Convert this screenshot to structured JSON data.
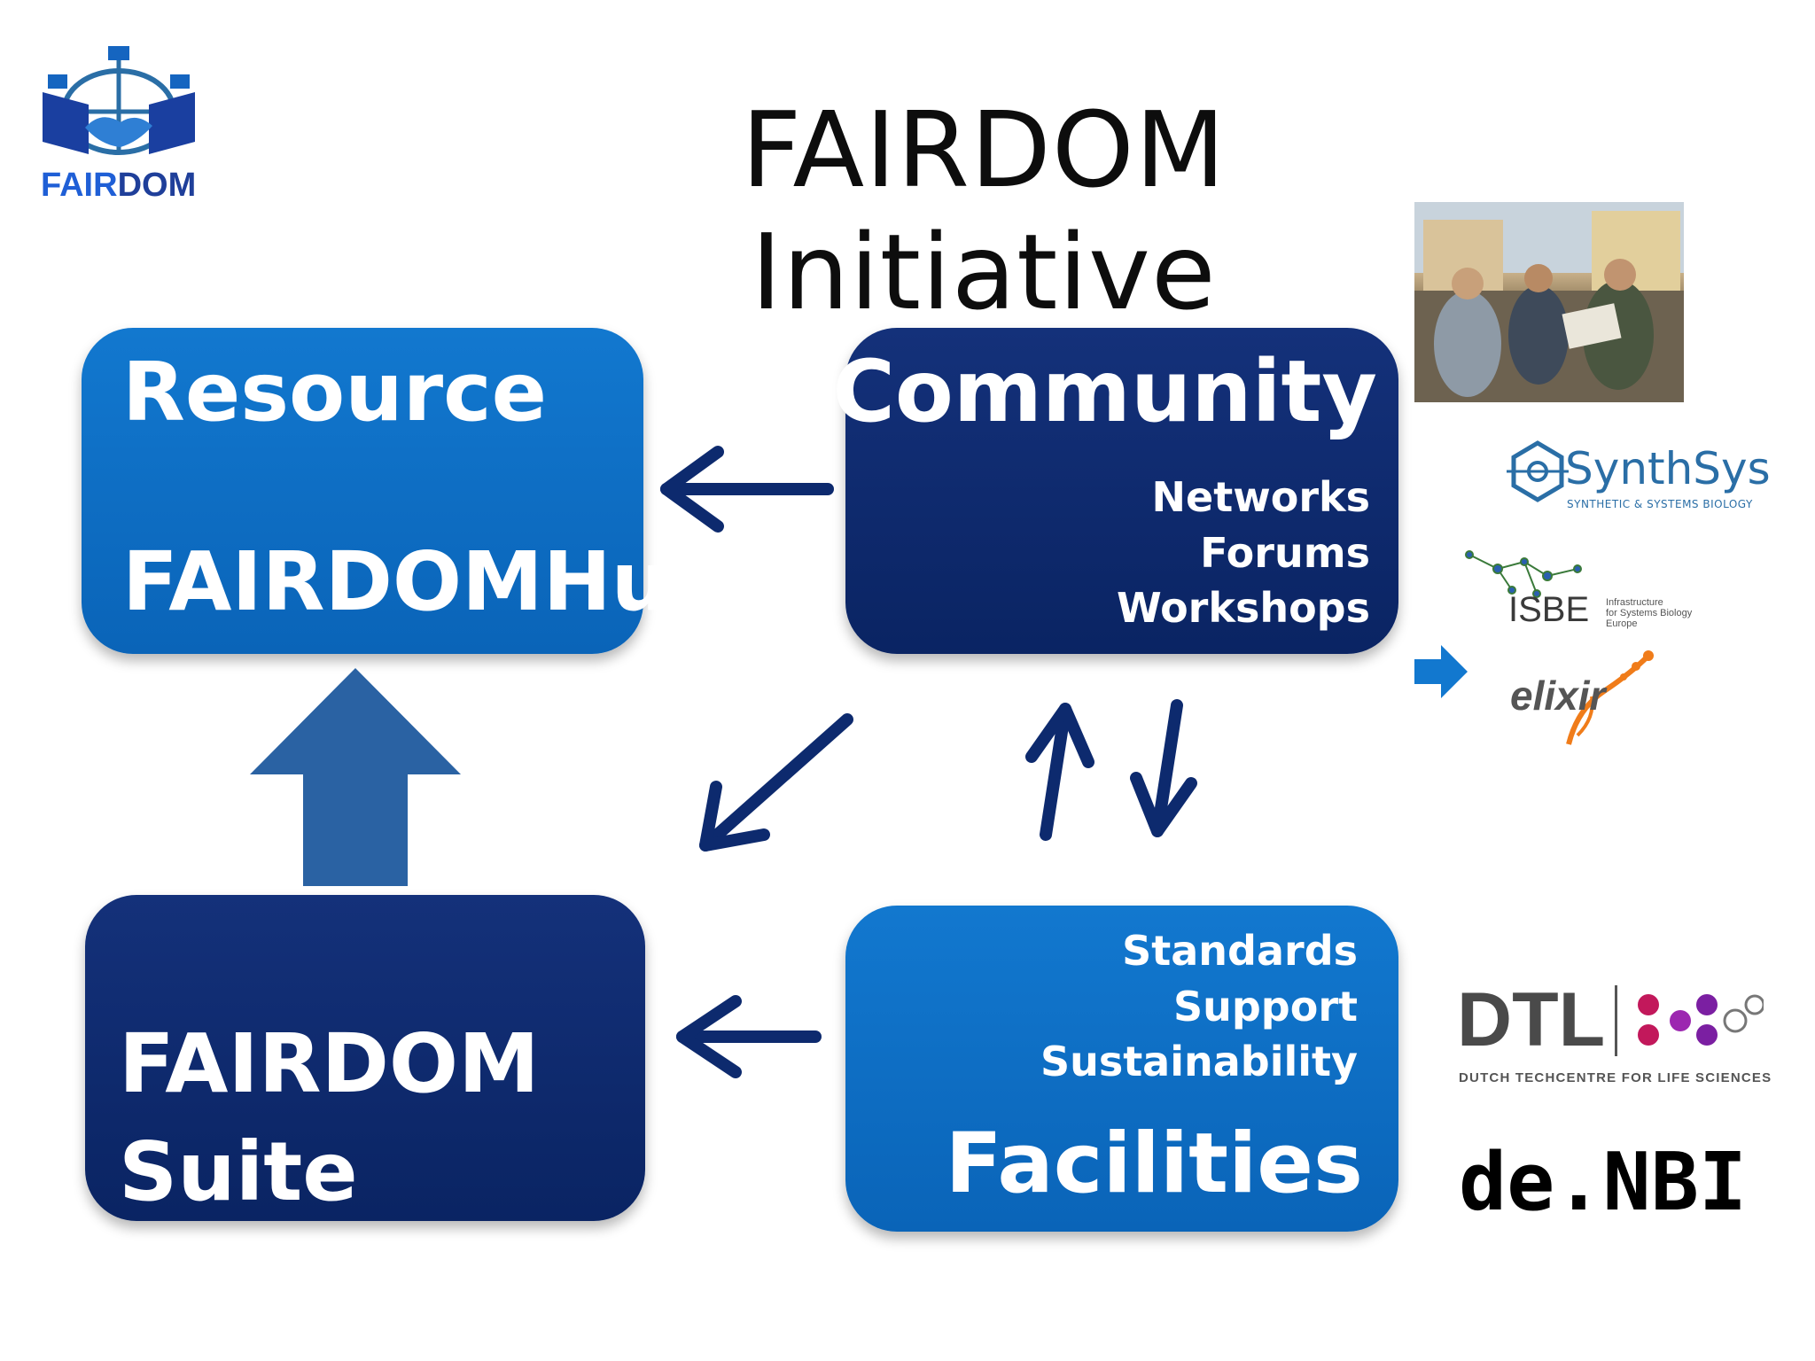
{
  "slide": {
    "title": "FAIRDOM Initiative",
    "logo": {
      "wordmark_part1": "FAIR",
      "wordmark_part2": "DOM",
      "icon": "handshake-globe-icon"
    }
  },
  "boxes": {
    "resource": {
      "heading": "Resource",
      "name": "FAIRDOMHub",
      "color": "#0f6cc2"
    },
    "community": {
      "heading": "Community",
      "items": [
        "Networks",
        "Forums",
        "Workshops"
      ],
      "color": "#0d2a6e"
    },
    "suite": {
      "line1": "FAIRDOM",
      "line2": "Suite",
      "color": "#0d2a6e"
    },
    "facilities": {
      "items": [
        "Standards",
        "Support",
        "Sustainability"
      ],
      "heading": "Facilities",
      "color": "#0f6cc2"
    }
  },
  "partners": {
    "synthsys": {
      "name": "SynthSys",
      "tagline": "SYNTHETIC & SYSTEMS BIOLOGY"
    },
    "isbe": {
      "name": "ISBE",
      "tagline_lines": [
        "Infrastructure",
        "for Systems Biology",
        "Europe"
      ]
    },
    "elixir": {
      "name": "elixir"
    },
    "dtl": {
      "name": "DTL",
      "tagline": "DUTCH TECHCENTRE FOR LIFE SCIENCES"
    },
    "denbi": {
      "name": "de.NBI"
    }
  },
  "colors": {
    "arrow_dark": "#0d2a6e",
    "arrow_up": "#2a62a3",
    "arrow_small": "#1278cf"
  }
}
